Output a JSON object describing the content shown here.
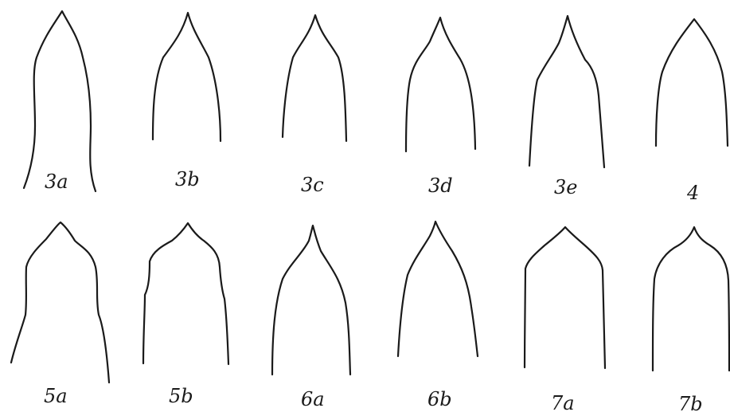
{
  "figure": {
    "shapes": [
      {
        "label": "3a"
      },
      {
        "label": "3b"
      },
      {
        "label": "3c"
      },
      {
        "label": "3d"
      },
      {
        "label": "3e"
      },
      {
        "label": "4"
      },
      {
        "label": "5a"
      },
      {
        "label": "5b"
      },
      {
        "label": "6a"
      },
      {
        "label": "6b"
      },
      {
        "label": "7a"
      },
      {
        "label": "7b"
      }
    ]
  }
}
